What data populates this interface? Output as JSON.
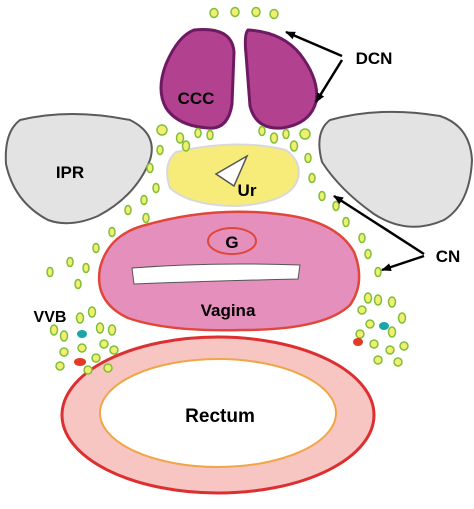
{
  "labels": {
    "ccc": "CCC",
    "ipr": "IPR",
    "ur": "Ur",
    "g": "G",
    "vagina": "Vagina",
    "vvb": "VVB",
    "rectum": "Rectum",
    "dcn": "DCN",
    "cn": "CN"
  },
  "colors": {
    "ccc_fill": "#b2418f",
    "ccc_stroke": "#6e1a63",
    "ipr_fill": "#e3e3e3",
    "ipr_stroke": "#5a5a5a",
    "ur_fill": "#f7ec7a",
    "ur_stroke": "#d9d9d9",
    "vagina_fill": "#e58fbd",
    "vagina_stroke": "#e0473a",
    "rectum_outer": "#f7c6c3",
    "rectum_stroke": "#dd2f30",
    "rectum_inner_stroke": "#f0a646",
    "nerve_fill": "#f2ee72",
    "nerve_stroke": "#7fbf3a",
    "vvb_teal": "#1aa6a9",
    "vvb_red": "#e23a25"
  }
}
